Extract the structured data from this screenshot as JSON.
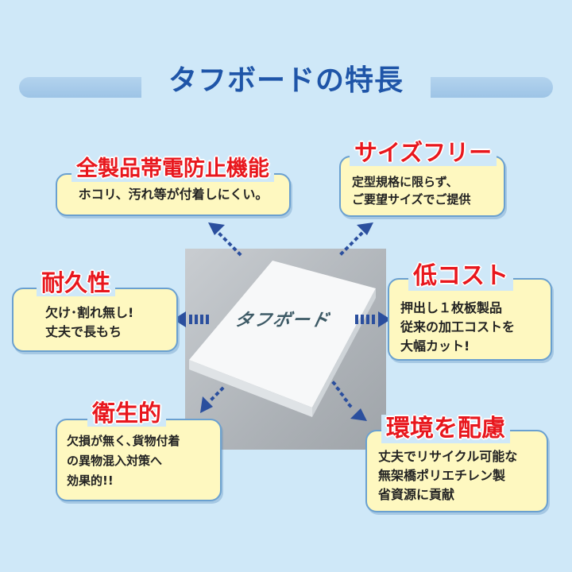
{
  "title": "タフボードの特長",
  "features": {
    "antistatic": {
      "heading": "全製品帯電防止機能",
      "body": "ホコリ、汚れ等が付着しにくい。"
    },
    "size_free": {
      "heading": "サイズフリー",
      "body": "定型規格に限らず、\nご要望サイズでご提供"
    },
    "durability": {
      "heading": "耐久性",
      "body": "欠け･割れ無し!\n丈夫で長もち"
    },
    "low_cost": {
      "heading": "低コスト",
      "body": "押出し１枚板製品\n従来の加工コストを\n大幅カット!"
    },
    "hygiene": {
      "heading": "衛生的",
      "body": "欠損が無く､貨物付着\nの異物混入対策へ\n効果的!!"
    },
    "environment": {
      "heading": "環境を配慮",
      "body": "丈夫でリサイクル可能な\n無架橋ポリエチレン製\n省資源に貢献"
    }
  },
  "product_label": "タフボード",
  "colors": {
    "background": "#cfe8f8",
    "title": "#1f55a8",
    "heading": "#e8171d",
    "card": "#fef8c0",
    "card_border": "#6aa0d0",
    "arrow": "#2b4f9e"
  }
}
